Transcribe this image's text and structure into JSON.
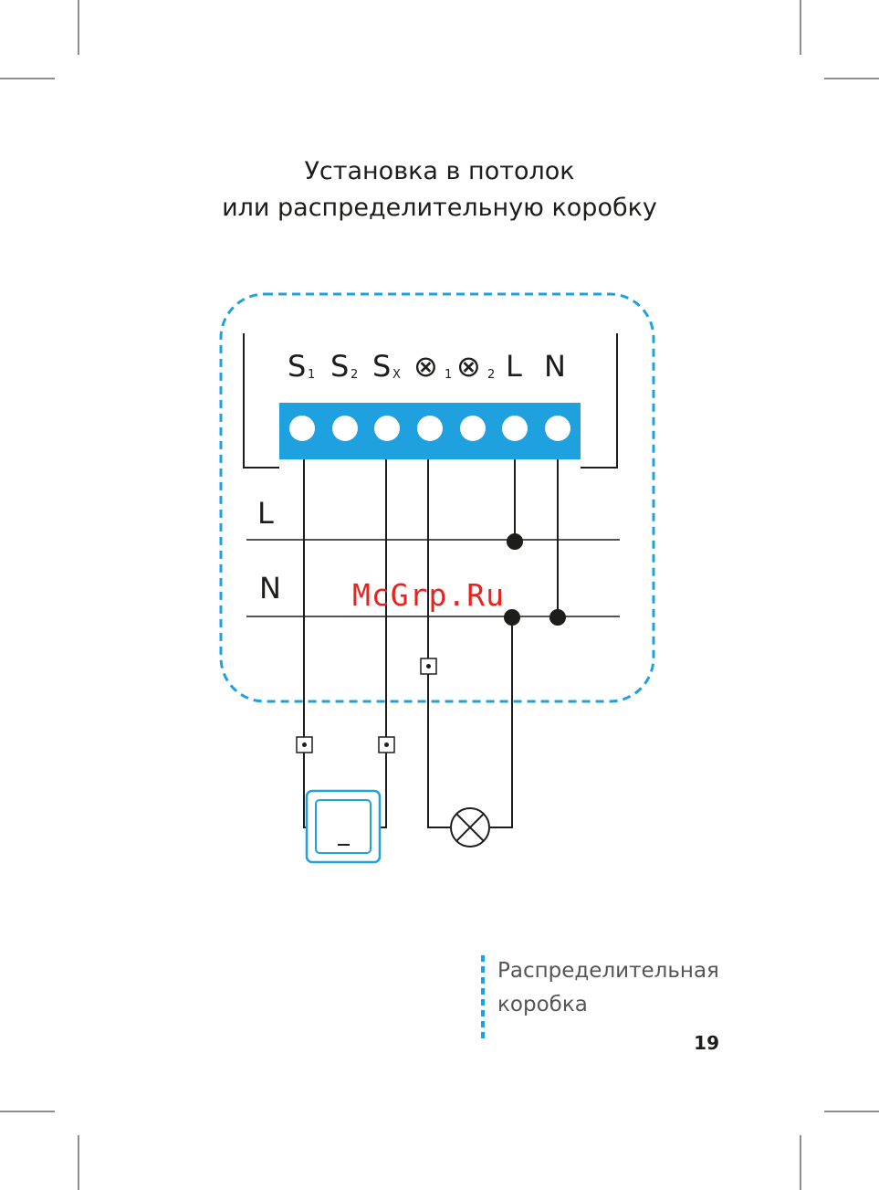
{
  "title": {
    "line1": "Установка в потолок",
    "line2": "или распределительную коробку"
  },
  "terminals": [
    {
      "main": "S",
      "sub": "1"
    },
    {
      "main": "S",
      "sub": "2"
    },
    {
      "main": "S",
      "sub": "X"
    },
    {
      "main": "⊗",
      "sub": "1"
    },
    {
      "main": "⊗",
      "sub": "2"
    },
    {
      "main": "L",
      "sub": ""
    },
    {
      "main": "N",
      "sub": ""
    }
  ],
  "lines": {
    "live": "L",
    "neutral": "N"
  },
  "watermark": "McGrp.Ru",
  "legend": {
    "line1": "Распределительная",
    "line2": "коробка"
  },
  "page_number": "19",
  "colors": {
    "accent": "#1fa1e0",
    "line": "#1d1d1b",
    "watermark": "#e8231f"
  }
}
